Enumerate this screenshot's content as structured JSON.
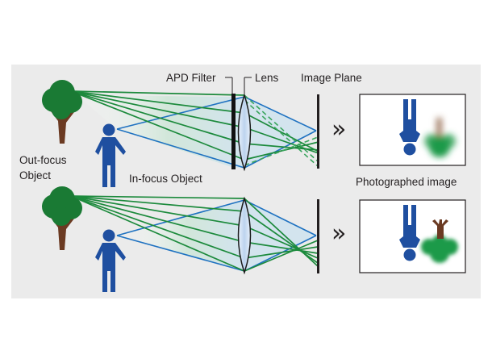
{
  "labels": {
    "apd_filter": "APD Filter",
    "lens": "Lens",
    "image_plane": "Image Plane",
    "out_focus_line1": "Out-focus",
    "out_focus_line2": "Object",
    "in_focus": "In-focus Object",
    "photographed_image": "Photographed image",
    "arrow_top": "»",
    "arrow_bottom": "»"
  },
  "colors": {
    "panel_bg": "#ebebeb",
    "green_ray": "#1c8a3c",
    "blue_ray": "#1f72c1",
    "person": "#1f4fa0",
    "tree_foliage": "#1a7a34",
    "tree_trunk": "#6b3a22",
    "lens_fill": "#c9ddf2",
    "blur": "#1f9a4a"
  },
  "icons": [
    "tree-icon",
    "person-icon",
    "lens-icon",
    "apd-filter-icon",
    "double-chevron-icon"
  ]
}
